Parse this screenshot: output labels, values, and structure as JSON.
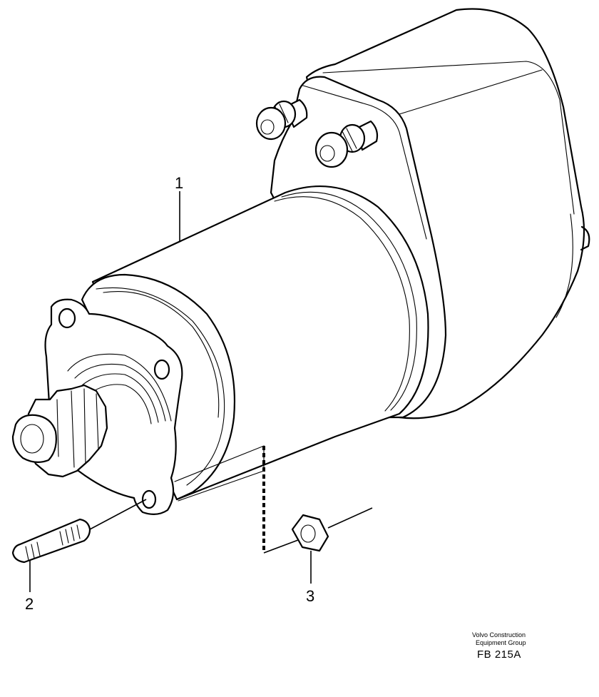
{
  "callouts": [
    {
      "id": "1",
      "label": "1"
    },
    {
      "id": "2",
      "label": "2"
    },
    {
      "id": "3",
      "label": "3"
    }
  ],
  "credit": {
    "line1": "Volvo Construction",
    "line2": "Equipment Group"
  },
  "figure_id": "FB 215A",
  "colors": {
    "ink": "#000000",
    "paper": "#ffffff"
  }
}
